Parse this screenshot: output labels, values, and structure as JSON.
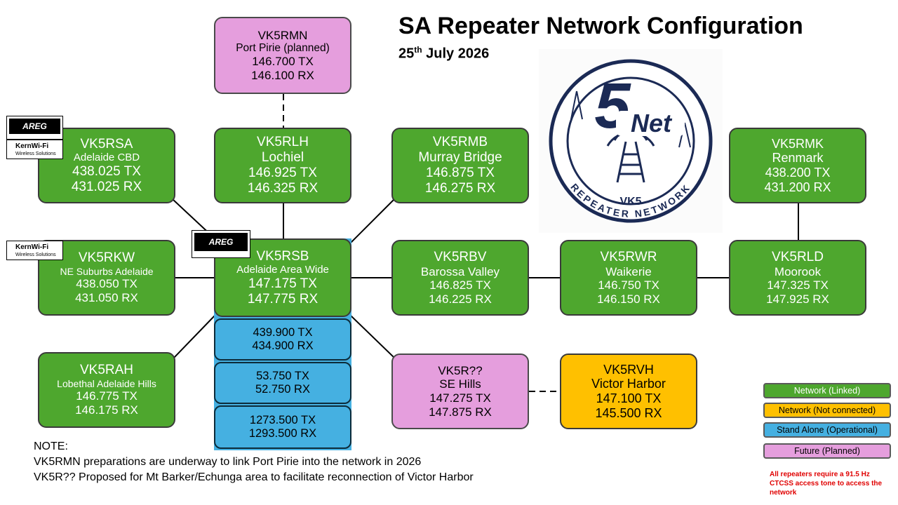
{
  "header": {
    "title": "SA Repeater Network Configuration",
    "date_day": "25",
    "date_suffix": "th",
    "date_rest": " July 2026"
  },
  "repeaters": {
    "rmn": {
      "call": "VK5RMN",
      "location": "Port Pirie (planned)",
      "tx": "146.700 TX",
      "rx": "146.100 RX"
    },
    "rsa": {
      "call": "VK5RSA",
      "location": "Adelaide CBD",
      "tx": "438.025 TX",
      "rx": "431.025 RX"
    },
    "rlh": {
      "call": "VK5RLH",
      "location": "Lochiel",
      "tx": "146.925 TX",
      "rx": "146.325 RX"
    },
    "rmb": {
      "call": "VK5RMB",
      "location": "Murray Bridge",
      "tx": "146.875 TX",
      "rx": "146.275 RX"
    },
    "rmk": {
      "call": "VK5RMK",
      "location": "Renmark",
      "tx": "438.200 TX",
      "rx": "431.200 RX"
    },
    "rkw": {
      "call": "VK5RKW",
      "location": "NE Suburbs Adelaide",
      "tx": "438.050 TX",
      "rx": "431.050 RX"
    },
    "rsb": {
      "call": "VK5RSB",
      "location": "Adelaide Area Wide",
      "tx": "147.175 TX",
      "rx": "147.775 RX"
    },
    "rbv": {
      "call": "VK5RBV",
      "location": "Barossa Valley",
      "tx": "146.825 TX",
      "rx": "146.225 RX"
    },
    "rwr": {
      "call": "VK5RWR",
      "location": "Waikerie",
      "tx": "146.750 TX",
      "rx": "146.150 RX"
    },
    "rld": {
      "call": "VK5RLD",
      "location": "Moorook",
      "tx": "147.325 TX",
      "rx": "147.925 RX"
    },
    "rah": {
      "call": "VK5RAH",
      "location": "Lobethal Adelaide Hills",
      "tx": "146.775 TX",
      "rx": "146.175 RX"
    },
    "rqq": {
      "call": "VK5R??",
      "location": "SE Hills",
      "tx": "147.275 TX",
      "rx": "147.875 RX"
    },
    "rvh": {
      "call": "VK5RVH",
      "location": "Victor Harbor",
      "tx": "147.100 TX",
      "rx": "145.500 RX"
    }
  },
  "standalone": [
    {
      "tx": "439.900 TX",
      "rx": "434.900 RX"
    },
    {
      "tx": "53.750 TX",
      "rx": "52.750 RX"
    },
    {
      "tx": "1273.500 TX",
      "rx": "1293.500 RX"
    }
  ],
  "notes": {
    "heading": "NOTE:",
    "line1": "VK5RMN preparations are underway to link Port Pirie into the network in 2026",
    "line2": "VK5R?? Proposed for Mt Barker/Echunga area to facilitate reconnection of Victor Harbor"
  },
  "legend": {
    "linked": "Network (Linked)",
    "not_connected": "Network (Not connected)",
    "standalone": "Stand Alone (Operational)",
    "future": "Future (Planned)"
  },
  "ctcss_note": "All repeaters require a 91.5 Hz CTCSS access tone to access the network",
  "logos": {
    "areg": "AREG",
    "kernwifi": "KernWi-Fi",
    "kernwifi_sub": "Wireless Solutions",
    "net_logo_big": "5",
    "net_logo_word": "Net",
    "net_logo_vk5": "VK5",
    "net_logo_ring": "REPEATER NETWORK"
  },
  "colors": {
    "linked": "#4ea72e",
    "not_connected": "#ffc000",
    "standalone": "#45b0e1",
    "future": "#e59edd",
    "logo_navy": "#1b2a55"
  }
}
